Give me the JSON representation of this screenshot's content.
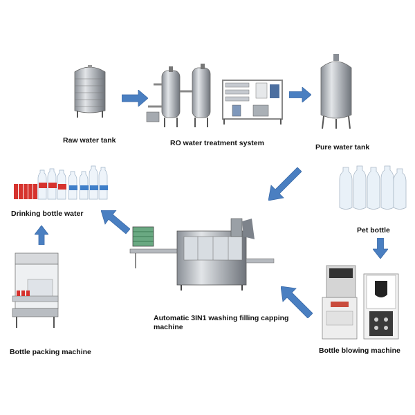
{
  "steps": {
    "raw_water_tank": "Raw water tank",
    "ro_system": "RO water treatment system",
    "pure_water_tank": "Pure water tank",
    "pet_bottle": "Pet bottle",
    "bottle_blowing": "Bottle blowing machine",
    "washing_filling": "Automatic 3IN1 washing filling capping machine",
    "drinking_water": "Drinking bottle water",
    "packing": "Bottle packing machine"
  },
  "colors": {
    "arrow": "#4a7fc1",
    "steel": "#b8bcc2",
    "steel_dark": "#7d838b",
    "water_label": "#d6332e",
    "machine_red": "#c94b3c"
  }
}
